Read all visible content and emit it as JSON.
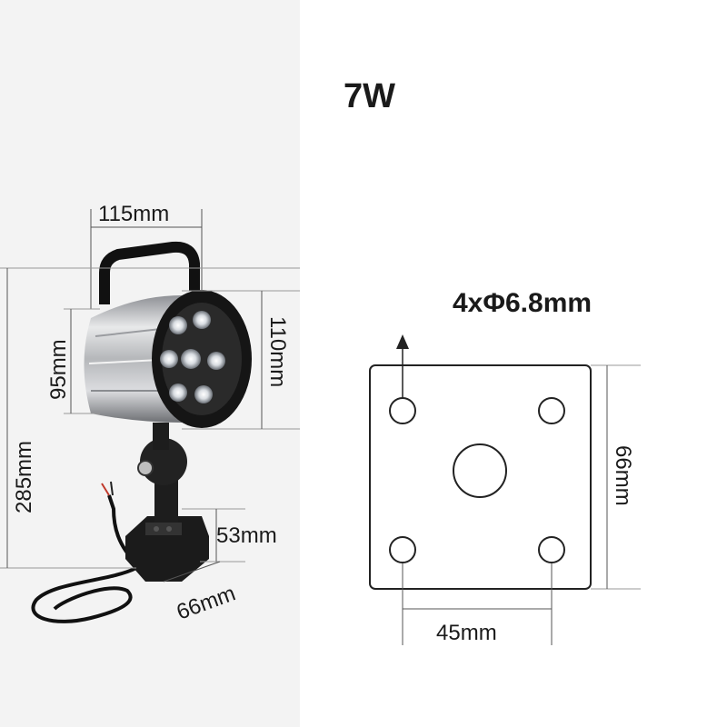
{
  "product": {
    "power_label": "7W"
  },
  "lamp_dimensions": {
    "head_width": "115mm",
    "head_height": "110mm",
    "head_diameter": "95mm",
    "total_height": "285mm",
    "base_height": "53mm",
    "base_width": "66mm"
  },
  "mounting_plate": {
    "holes_label": "4xΦ6.8mm",
    "plate_size": "66mm",
    "hole_spacing": "45mm"
  }
}
